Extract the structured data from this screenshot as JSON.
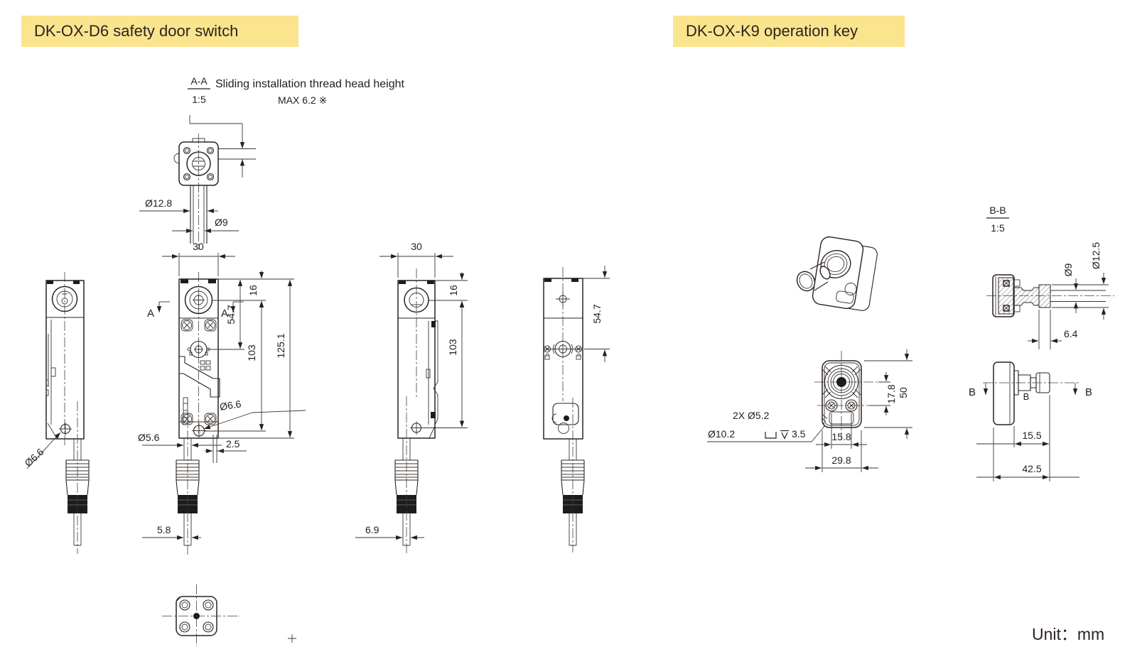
{
  "titles": {
    "d6": "DK-OX-D6 safety door switch",
    "k9": "DK-OX-K9 operation key"
  },
  "sections": {
    "aa": {
      "label": "A-A",
      "scale": "1:5",
      "note1": "Sliding installation thread head height",
      "note2": "MAX 6.2 ※",
      "cut_letter": "A"
    },
    "bb": {
      "label": "B-B",
      "scale": "1:5",
      "cut_letter": "B"
    }
  },
  "d6_dims": {
    "dia12_8": "Ø12.8",
    "dia9": "Ø9",
    "w30": "30",
    "h16": "16",
    "h54_7": "54.7",
    "h103": "103",
    "h125_1": "125.1",
    "dia6_6": "Ø6.6",
    "dia5_6": "Ø5.6",
    "off2_5": "2.5",
    "w5_8": "5.8",
    "w6_9": "6.9"
  },
  "k9_dims": {
    "dia9": "Ø9",
    "dia12_5": "Ø12.5",
    "w6_4": "6.4",
    "h17_8": "17.8",
    "h50": "50",
    "w15_8": "15.8",
    "w29_8": "29.8",
    "holes": "2X Ø5.2",
    "cbore_dia": "Ø10.2",
    "cbore_depth": "3.5",
    "w15_5": "15.5",
    "w42_5": "42.5"
  },
  "icons": {
    "counterbore": "counterbore-icon",
    "depth": "depth-icon"
  },
  "footer": {
    "unit": "Unit：mm"
  },
  "colors": {
    "highlight": "#fae48e",
    "line": "#2a2421"
  }
}
